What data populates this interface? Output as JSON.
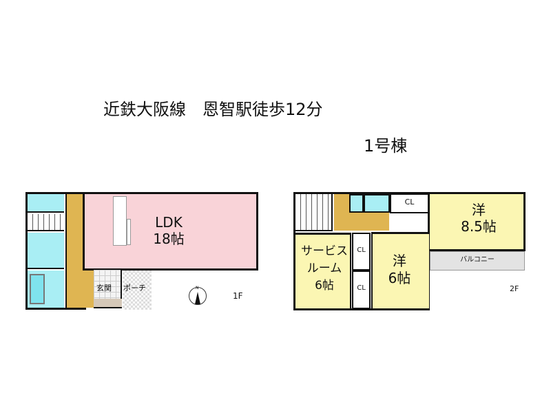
{
  "header": {
    "access": "近鉄大阪線　恩智駅徒歩12分",
    "building": "1号棟"
  },
  "floor1": {
    "label": "1F",
    "ldk_name": "LDK",
    "ldk_size": "18帖",
    "genkan": "玄関",
    "porch": "ポーチ",
    "compass": "N"
  },
  "floor2": {
    "label": "2F",
    "west_room_name": "洋",
    "west_room_size": "8.5帖",
    "room6_name": "洋",
    "room6_size": "6帖",
    "service_room_name_1": "サービス",
    "service_room_name_2": "ルーム",
    "service_room_size": "6帖",
    "closet": "CL",
    "balcony": "バルコニー"
  }
}
